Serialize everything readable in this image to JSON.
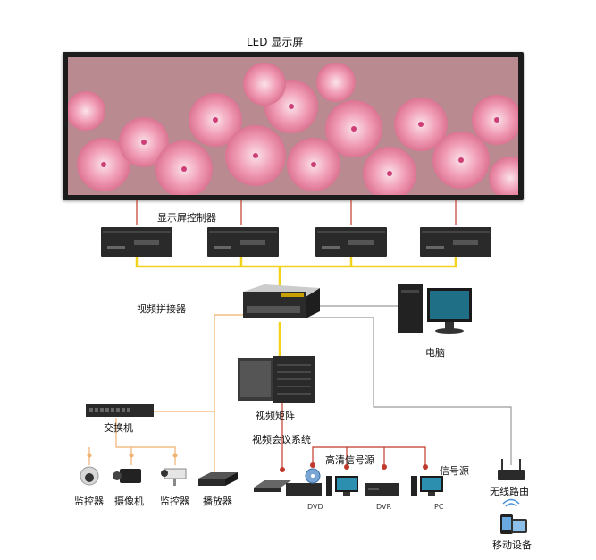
{
  "labels": {
    "led_screen": "LED 显示屏",
    "controller": "显示屏控制器",
    "splicer": "视频拼接器",
    "computer": "电脑",
    "matrix": "视频矩阵",
    "switch": "交换机",
    "video_conf": "视频会议系统",
    "hd_source": "高清信号源",
    "signal_source": "信号源",
    "monitor_1": "监控器",
    "camera": "摄像机",
    "monitor_2": "监控器",
    "player": "播放器",
    "dvd": "DVD",
    "dvr": "DVR",
    "pc": "PC",
    "router": "无线路由",
    "mobile": "移动设备"
  },
  "colors": {
    "link_red": "#c0392b",
    "link_yellow": "#f2d21b",
    "link_orange": "#f0b070",
    "link_gray": "#9a9a9a",
    "device_dark": "#2a2a2a"
  },
  "icons": [
    "flower-photo",
    "rack-controller-icon",
    "video-splicer-icon",
    "computer-icon",
    "video-matrix-icon",
    "network-switch-icon",
    "dome-camera-icon",
    "video-camera-icon",
    "bullet-camera-icon",
    "media-player-icon",
    "conference-device-icon",
    "dvd-player-icon",
    "pc-icon",
    "dvr-icon",
    "wireless-router-icon",
    "mobile-device-icon"
  ]
}
